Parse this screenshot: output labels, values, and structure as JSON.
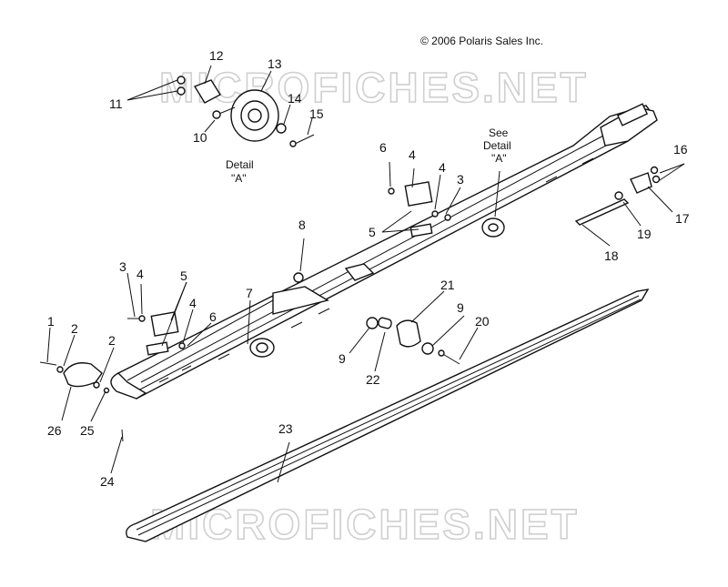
{
  "copyright": "© 2006 Polaris Sales Inc.",
  "watermark": "MICROFICHES.NET",
  "detail_label": {
    "line1": "Detail",
    "line2": "\"A\""
  },
  "see_detail_label": {
    "line1": "See",
    "line2": "Detail",
    "line3": "\"A\""
  },
  "callouts": [
    "1",
    "2",
    "2",
    "3",
    "3",
    "4",
    "4",
    "4",
    "4",
    "5",
    "5",
    "6",
    "6",
    "7",
    "8",
    "9",
    "9",
    "10",
    "11",
    "12",
    "13",
    "14",
    "15",
    "16",
    "17",
    "18",
    "19",
    "20",
    "21",
    "22",
    "23",
    "24",
    "25",
    "26"
  ]
}
